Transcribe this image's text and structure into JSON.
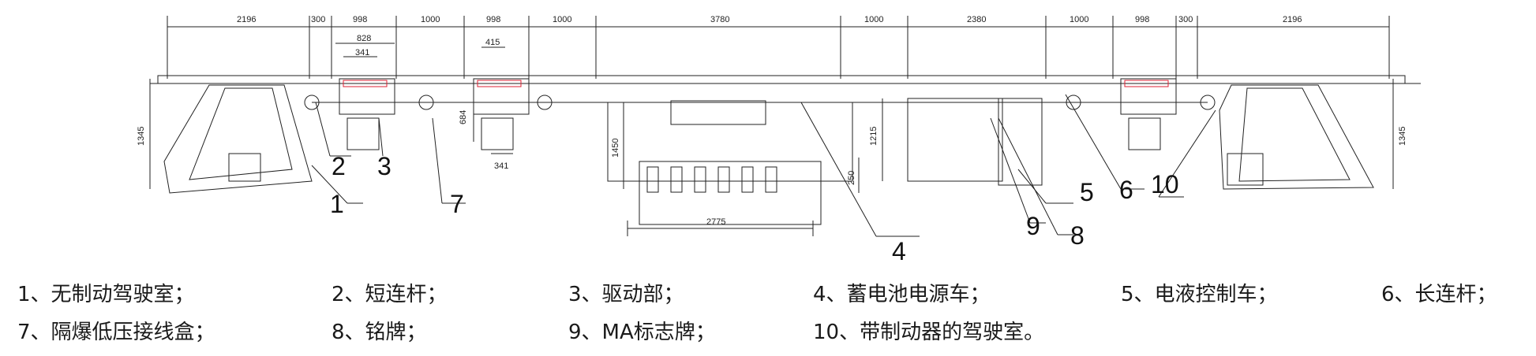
{
  "dimensions": {
    "top": [
      "2196",
      "300",
      "998",
      "1000",
      "998",
      "1000",
      "3780",
      "1000",
      "2380",
      "1000",
      "998",
      "300",
      "2196"
    ],
    "sub_828": "828",
    "sub_341_left": "341",
    "sub_415": "415",
    "left_height": "1345",
    "right_height": "1345",
    "h_684": "684",
    "w_341_mid": "341",
    "h_1450": "1450",
    "h_250": "250",
    "w_2775": "2775",
    "h_1215": "1215"
  },
  "callouts": {
    "c1": "1",
    "c2": "2",
    "c3": "3",
    "c4": "4",
    "c5": "5",
    "c6": "6",
    "c7": "7",
    "c8": "8",
    "c9": "9",
    "c10": "10"
  },
  "legend": {
    "row1": [
      "1、无制动驾驶室；",
      "2、短连杆；",
      "3、驱动部；",
      "4、蓄电池电源车；",
      "5、电液控制车；",
      "6、长连杆；"
    ],
    "row2": [
      "7、隔爆低压接线盒；",
      "8、铭牌；",
      "9、MA标志牌；",
      "10、带制动器的驾驶室。"
    ]
  }
}
